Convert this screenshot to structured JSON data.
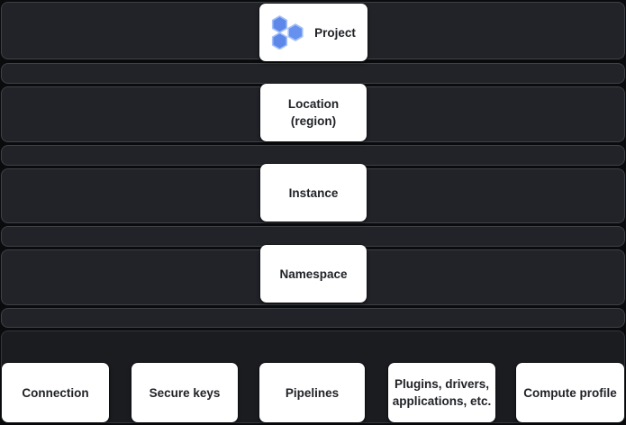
{
  "hierarchy": {
    "project": {
      "label": "Project"
    },
    "location": {
      "line1": "Location",
      "line2": "(region)"
    },
    "instance": {
      "label": "Instance"
    },
    "namespace": {
      "label": "Namespace"
    },
    "children": [
      {
        "line1": "Connection"
      },
      {
        "line1": "Secure keys"
      },
      {
        "line1": "Pipelines"
      },
      {
        "line1": "Plugins, drivers,",
        "line2": "applications, etc."
      },
      {
        "line1": "Compute profile"
      }
    ]
  },
  "icons": {
    "project": "data-fusion-hexagons-icon"
  },
  "colors": {
    "background": "#0a0b0d",
    "scope_fill": "#212328",
    "scope_border": "#3e4147",
    "bottom_scope_fill": "#1a1c20",
    "node_fill": "#ffffff",
    "node_text": "#202227",
    "hexagon_fill": "#5d88ea",
    "hexagon_stroke": "#a3bff6"
  }
}
